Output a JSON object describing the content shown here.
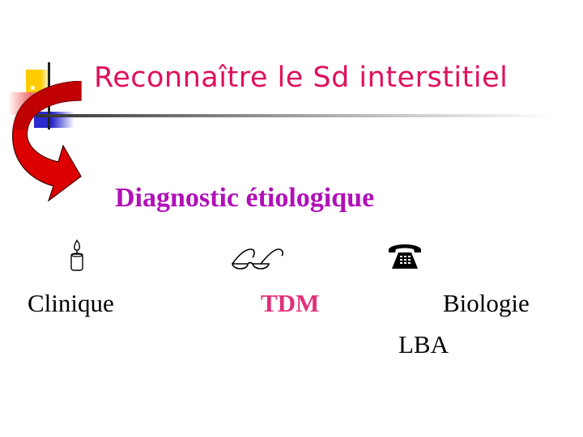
{
  "slide": {
    "title": "Reconnaître le Sd interstitiel",
    "subtitle": "Diagnostic étiologique",
    "colors": {
      "title": "#e0105e",
      "subtitle": "#b010b8",
      "tdm": "#e0307a",
      "arrow": "#dd0000"
    },
    "columns": [
      {
        "icon": "candle-icon",
        "label": "Clinique"
      },
      {
        "icon": "glasses-icon",
        "label": "TDM"
      },
      {
        "icon": "telephone-icon",
        "label": "Biologie",
        "sublabel": "LBA"
      }
    ]
  }
}
